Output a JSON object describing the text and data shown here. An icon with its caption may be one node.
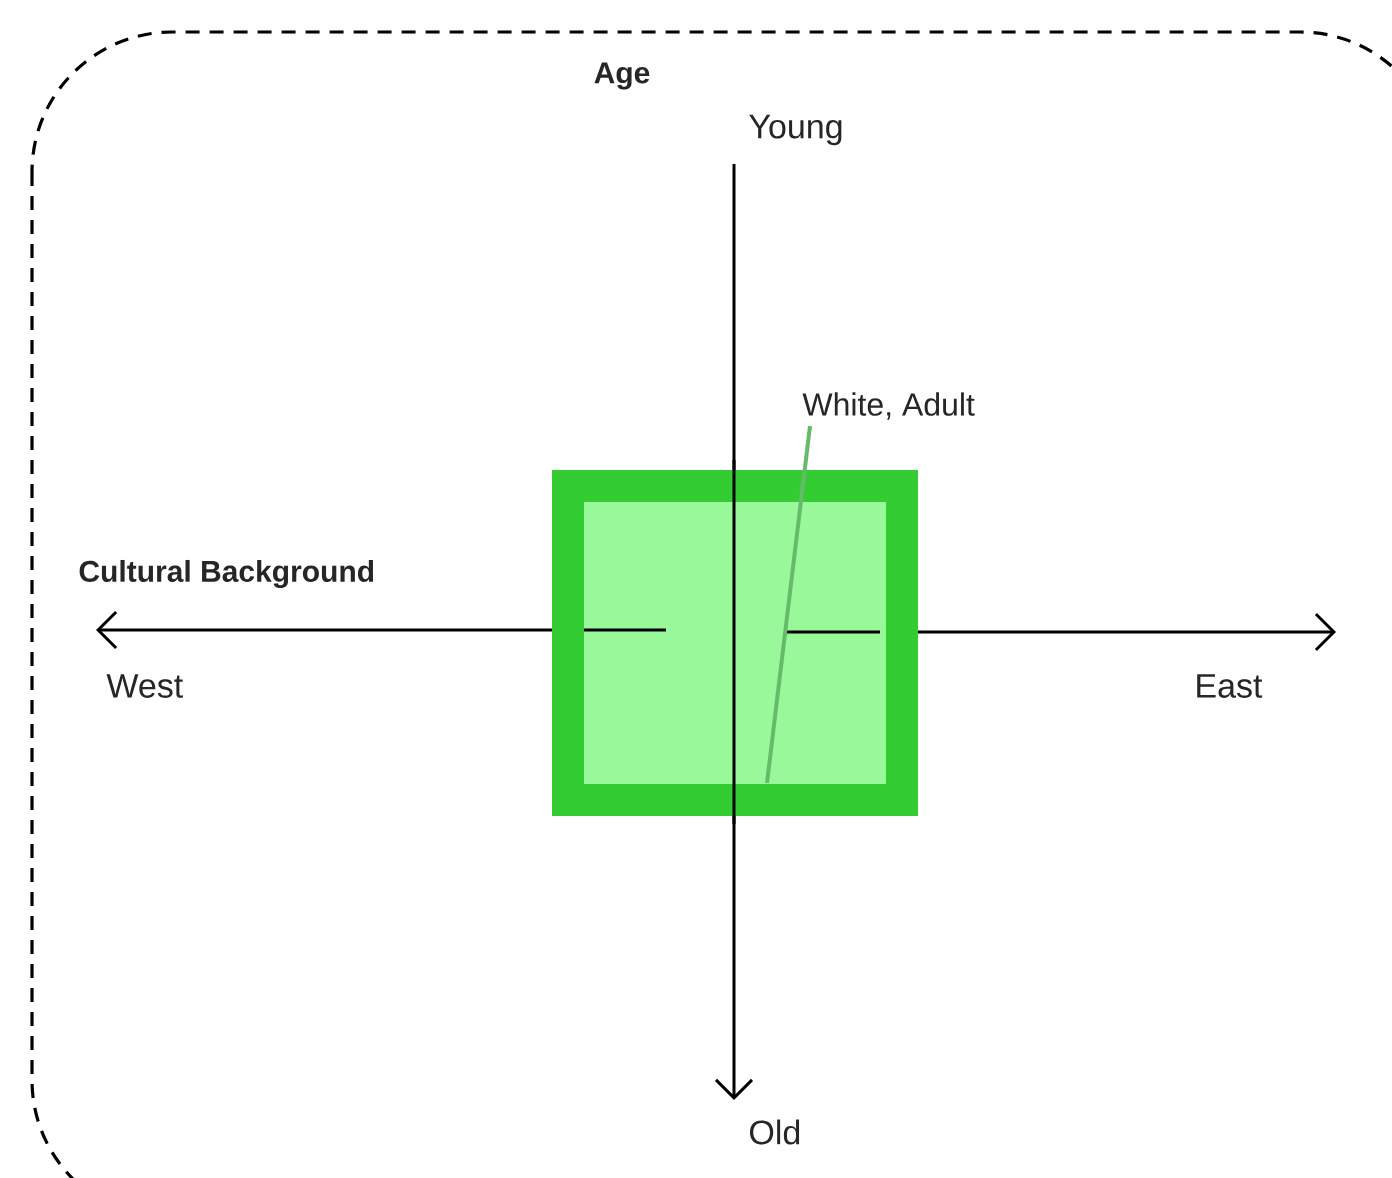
{
  "diagram": {
    "nodes": [
      {
        "text": [
          "White, Adult"
        ]
      },
      {
        "text": [],
        "shape": "box"
      }
    ],
    "edges": [
      {
        "from": 0,
        "to": 1,
        "arrow": "none",
        "color": "#66bb6a"
      }
    ],
    "labels": [
      "Age",
      "Young",
      "Cultural Background",
      "West",
      "East",
      "Old"
    ]
  }
}
